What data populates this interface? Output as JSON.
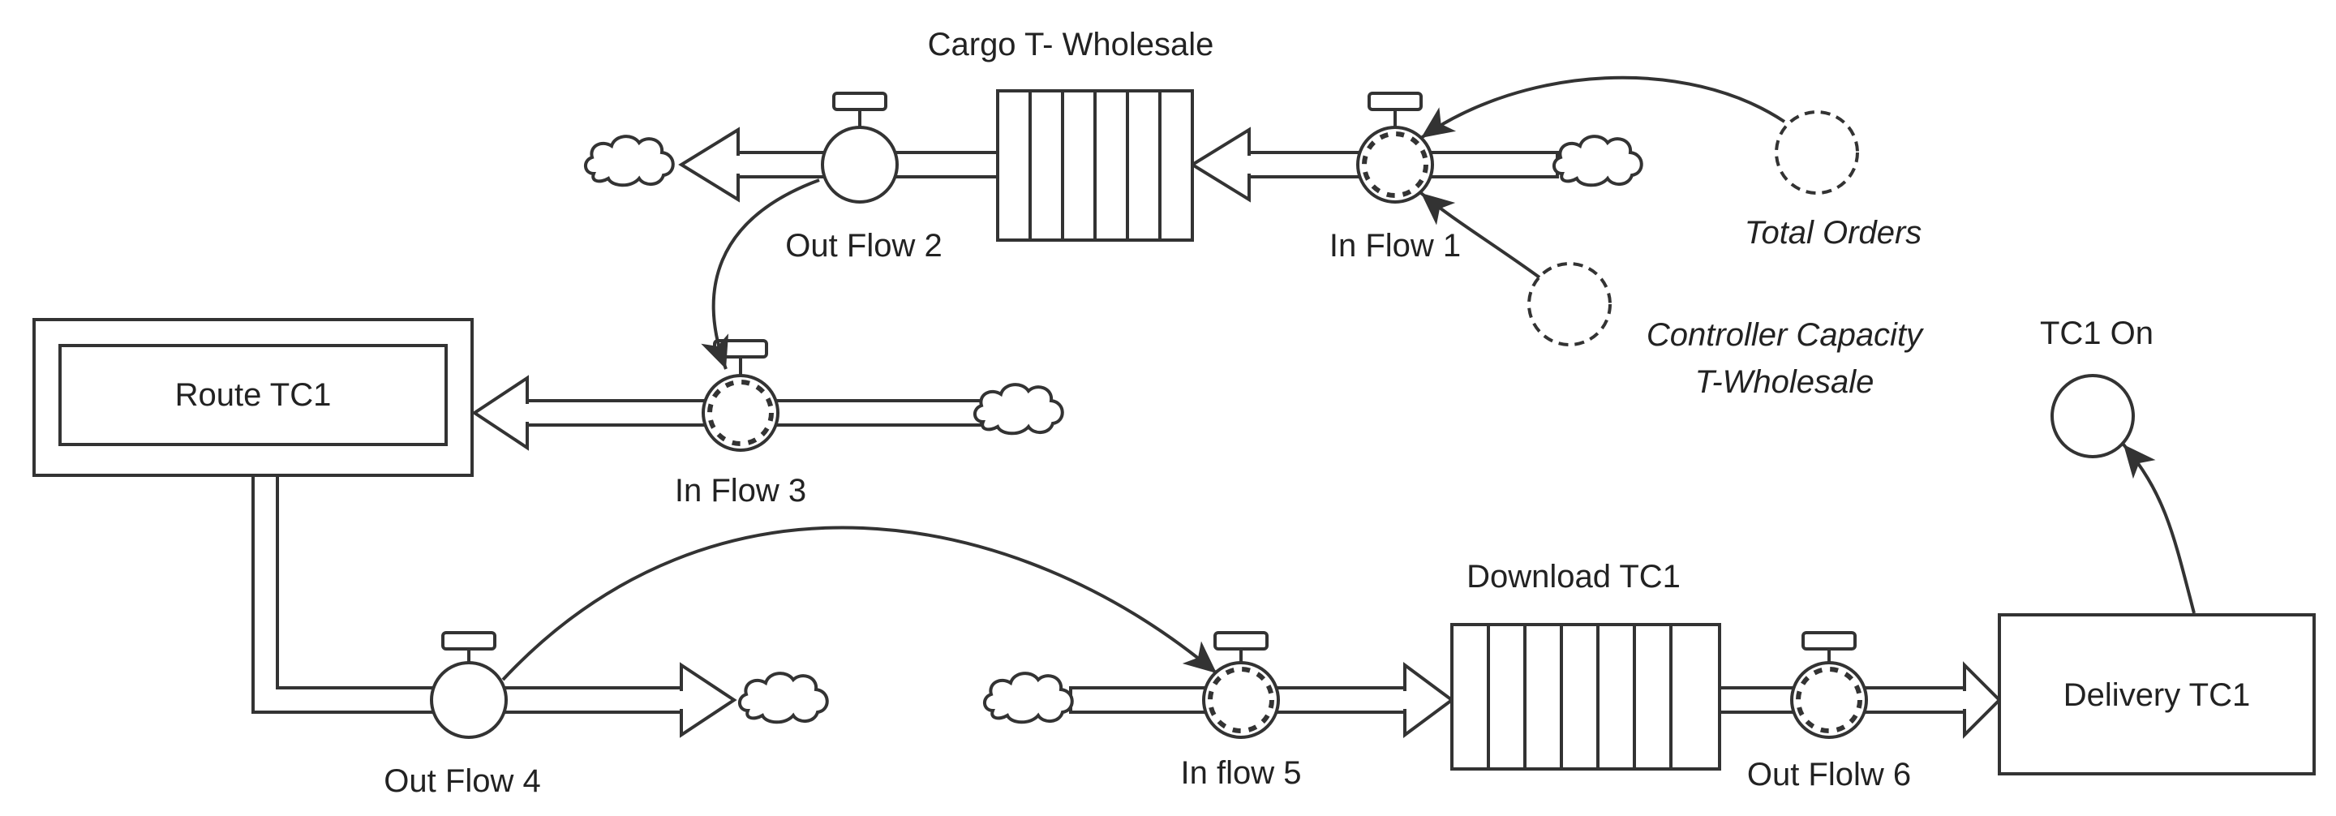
{
  "stocks": {
    "cargo": "Cargo T- Wholesale",
    "route": "Route TC1",
    "download": "Download TC1",
    "delivery": "Delivery TC1"
  },
  "flows": {
    "in_flow_1": "In Flow 1",
    "out_flow_2": "Out Flow 2",
    "in_flow_3": "In Flow 3",
    "out_flow_4": "Out Flow 4",
    "in_flow_5": "In flow 5",
    "out_flow_6": "Out Flolw 6"
  },
  "auxiliaries": {
    "total_orders": "Total Orders",
    "controller_capacity_line1": "Controller Capacity",
    "controller_capacity_line2": "T-Wholesale",
    "tc1_on": "TC1 On"
  }
}
